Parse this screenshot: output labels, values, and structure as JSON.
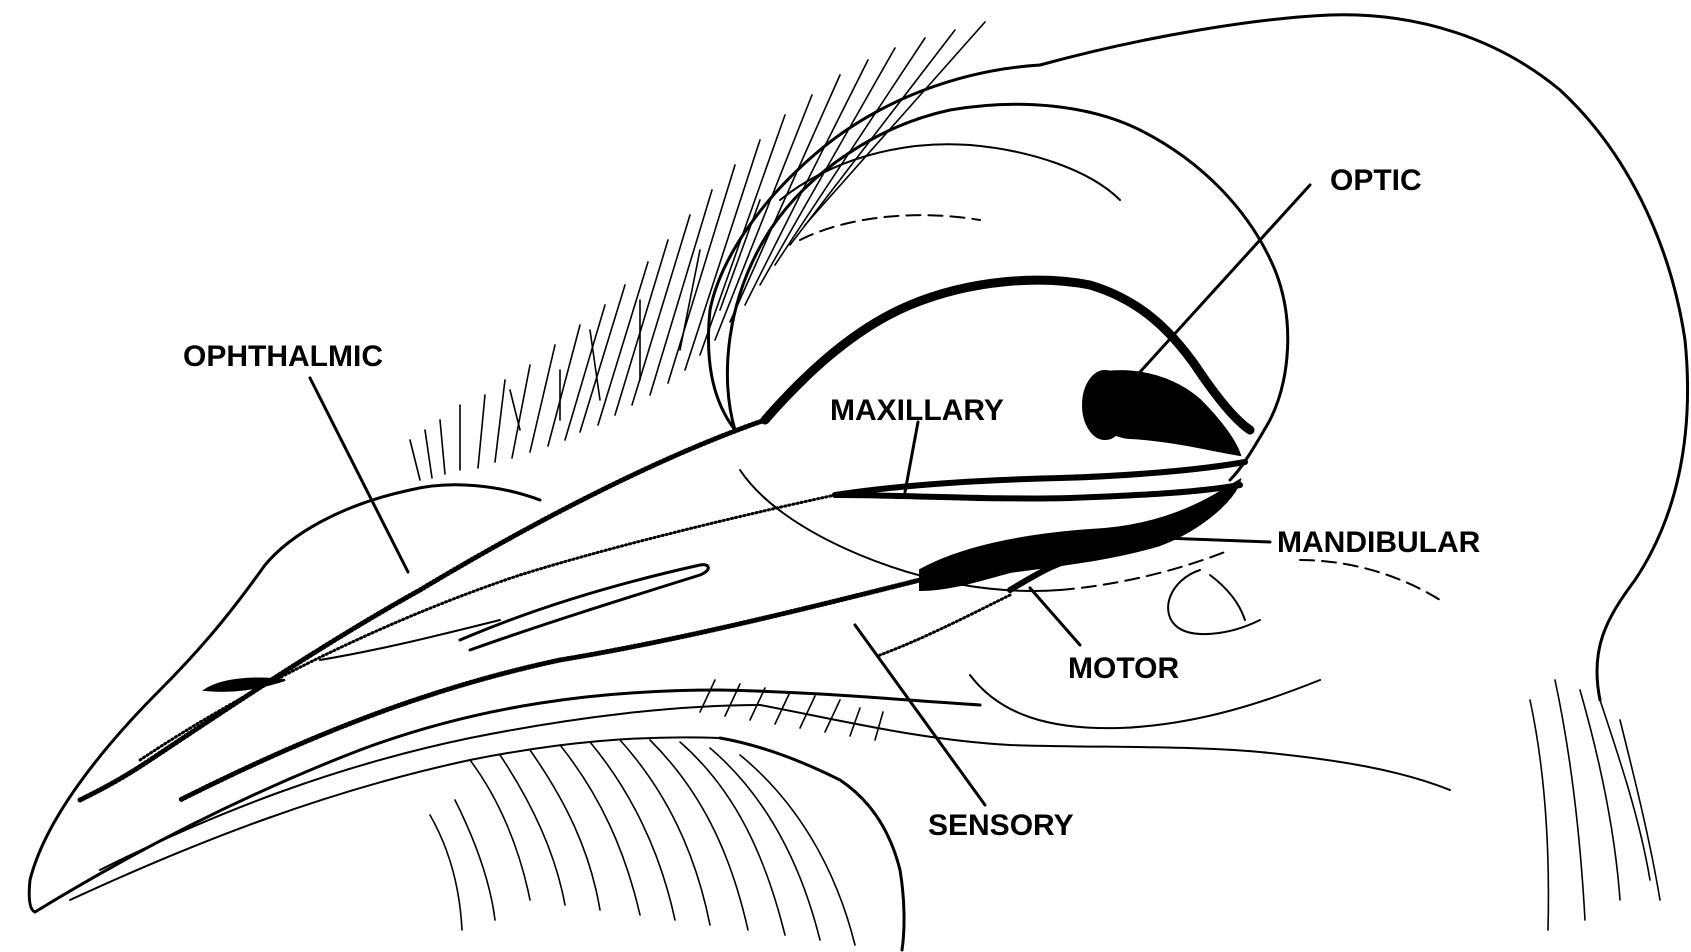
{
  "labels": {
    "ophthalmic": "OPHTHALMIC",
    "optic": "OPTIC",
    "maxillary": "MAXILLARY",
    "mandibular": "MANDIBULAR",
    "motor": "MOTOR",
    "sensory": "SENSORY"
  }
}
